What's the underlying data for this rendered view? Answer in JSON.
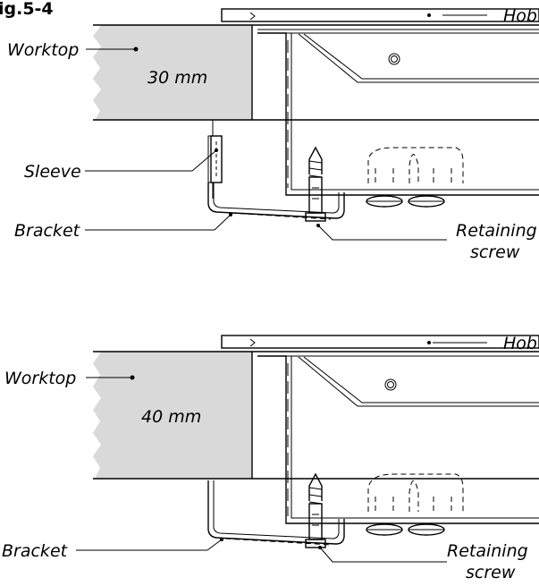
{
  "figure_title": "ig.5-4",
  "top_diagram": {
    "thickness": "30 mm",
    "labels": {
      "hob": "Hob",
      "worktop": "Worktop",
      "sleeve": "Sleeve",
      "bracket": "Bracket",
      "retaining_1": "Retaining",
      "retaining_2": "screw"
    }
  },
  "bottom_diagram": {
    "thickness": "40 mm",
    "labels": {
      "hob": "Hob",
      "worktop": "Worktop",
      "bracket": "Bracket",
      "retaining_1": "Retaining",
      "retaining_2": "screw"
    }
  },
  "colors": {
    "worktop_fill": "#d9d9d9",
    "line": "#000000"
  }
}
